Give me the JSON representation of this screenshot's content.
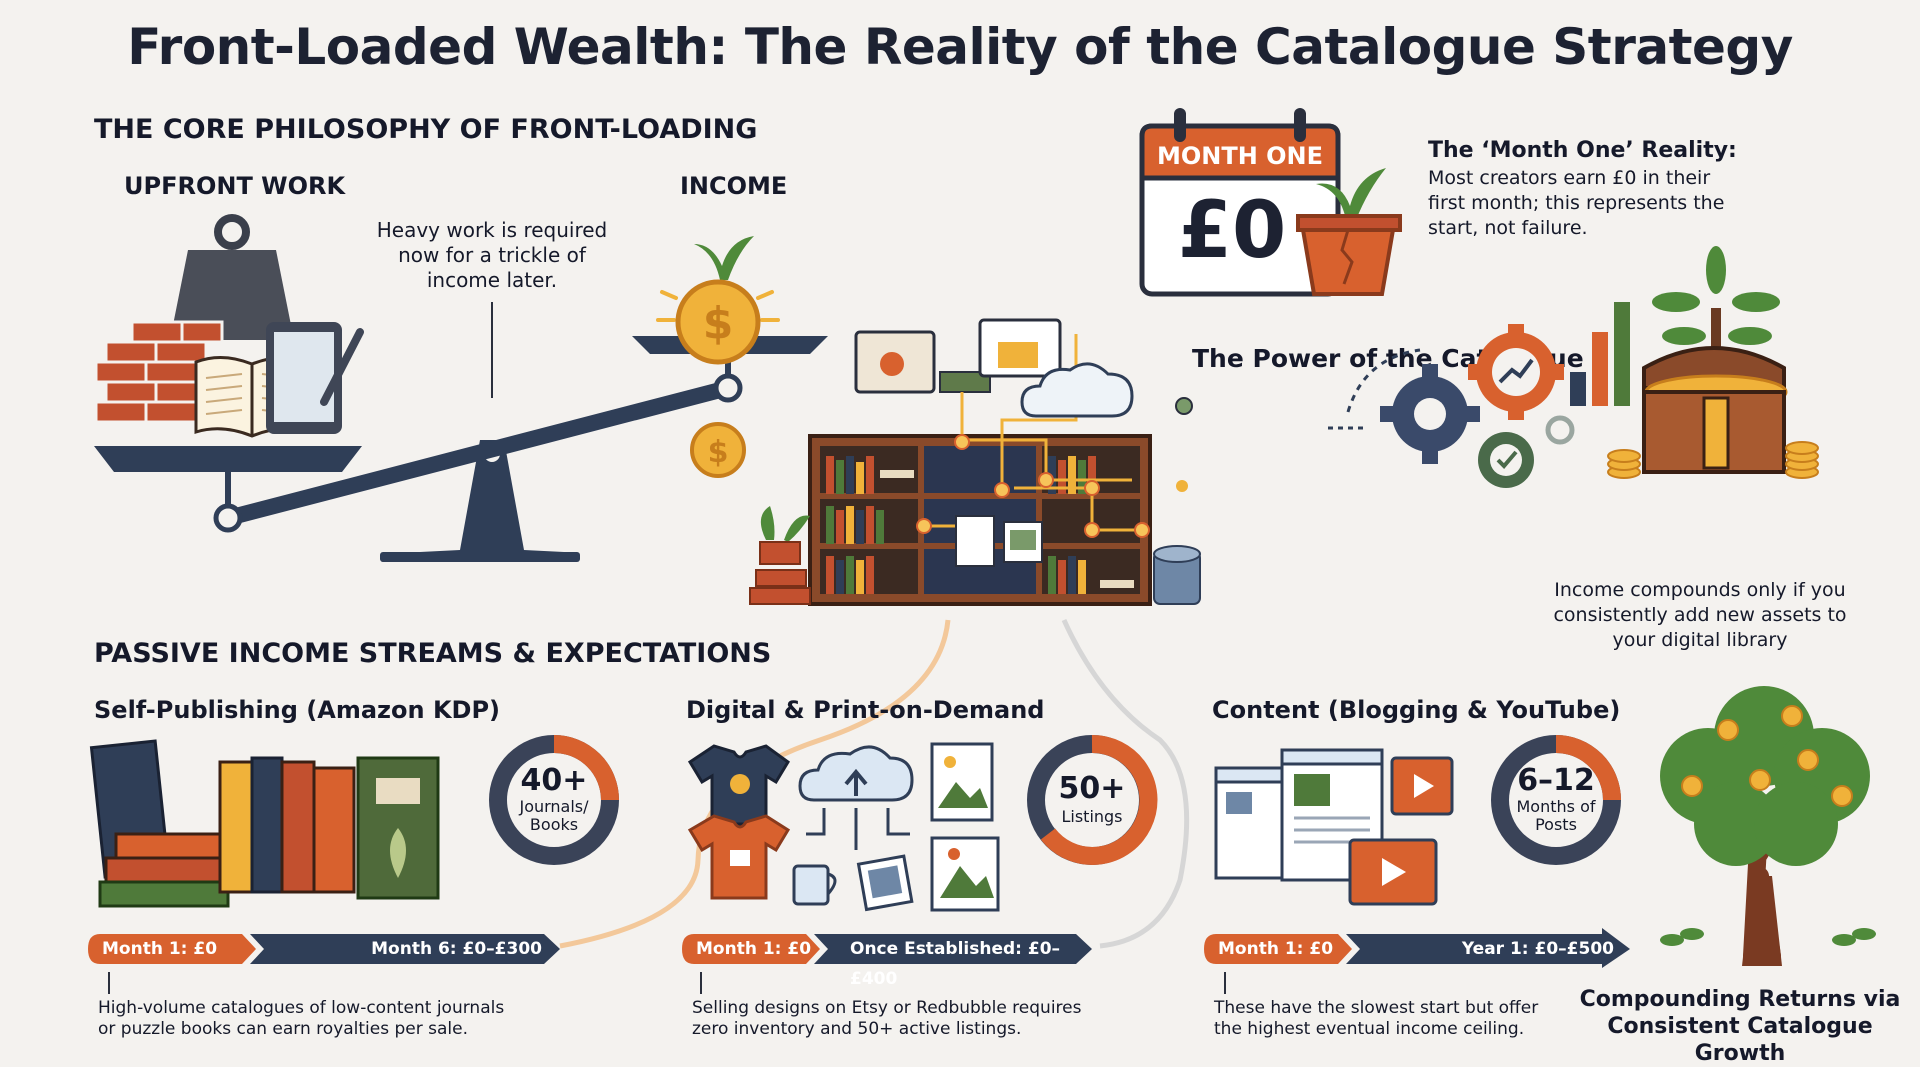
{
  "title": "Front-Loaded Wealth: The Reality of the Catalogue Strategy",
  "philosophy": {
    "heading": "THE CORE PHILOSOPHY OF FRONT-LOADING",
    "upfront_label": "UPFRONT WORK",
    "income_label": "INCOME",
    "note": "Heavy work is required now for a trickle of income later."
  },
  "month_one": {
    "calendar_header": "MONTH ONE",
    "calendar_value": "£0",
    "heading": "The ‘Month One’ Reality:",
    "text": "Most creators earn £0 in their first month; this represents the start, not failure."
  },
  "catalogue": {
    "heading": "The Power of the Catalogue",
    "note": "Income compounds only if you consistently add new assets to your digital library"
  },
  "streams": {
    "heading": "PASSIVE INCOME STREAMS & EXPECTATIONS",
    "items": [
      {
        "title": "Self-Publishing (Amazon KDP)",
        "ring_top": "40+",
        "ring_bottom": "Journals/ Books",
        "timeline_left": "Month 1: £0",
        "timeline_right": "Month 6: £0–£300",
        "desc": "High-volume catalogues of low-content journals or puzzle books can earn royalties per sale."
      },
      {
        "title": "Digital & Print-on-Demand",
        "ring_top": "50+",
        "ring_bottom": "Listings",
        "timeline_left": "Month 1: £0",
        "timeline_right": "Once Established: £0–£400",
        "desc": "Selling designs on Etsy or Redbubble requires zero inventory and 50+ active listings."
      },
      {
        "title": "Content (Blogging & YouTube)",
        "ring_top": "6–12",
        "ring_bottom": "Months of Posts",
        "timeline_left": "Month 1: £0",
        "timeline_right": "Year 1: £0–£500",
        "desc": "These have the slowest start but offer the highest eventual income ceiling."
      }
    ]
  },
  "compounding": {
    "caption": "Compounding Returns via Consistent Catalogue Growth"
  },
  "colors": {
    "navy": "#2f3e57",
    "orange": "#d8612e",
    "brick": "#b9482a",
    "gold": "#f0b23a",
    "wood": "#8a4a2a",
    "green": "#4f7a3a",
    "ring_gray": "#3a4358"
  },
  "icons": [
    "weight-icon",
    "book-icon",
    "tablet-icon",
    "coin-icon",
    "calendar-icon",
    "plant-pot-icon",
    "bookshelf-icon",
    "cloud-icon",
    "gear-icon",
    "chart-icon",
    "treasure-chest-icon",
    "tree-icon",
    "tshirt-icon",
    "mug-icon",
    "image-icon",
    "video-icon",
    "browser-icon"
  ]
}
